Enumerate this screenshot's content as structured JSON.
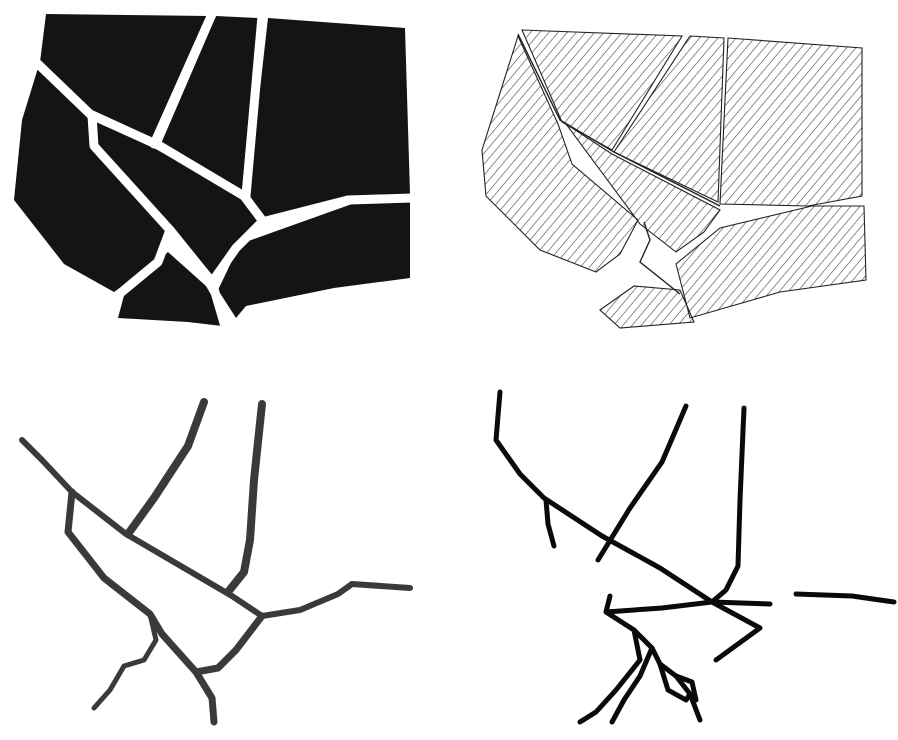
{
  "figure": {
    "panels": [
      {
        "id": "a",
        "style": "solid-black-polygons"
      },
      {
        "id": "b",
        "style": "hatched-polygons"
      },
      {
        "id": "c",
        "style": "thick-gray-crack-lines"
      },
      {
        "id": "d",
        "style": "thin-black-crack-lines"
      }
    ]
  },
  "colors": {
    "background": "#ffffff",
    "fill_black": "#141414",
    "outline": "#222222",
    "hatch": "#444444",
    "line_gray": "#3a3a3a",
    "line_black": "#0a0a0a"
  }
}
